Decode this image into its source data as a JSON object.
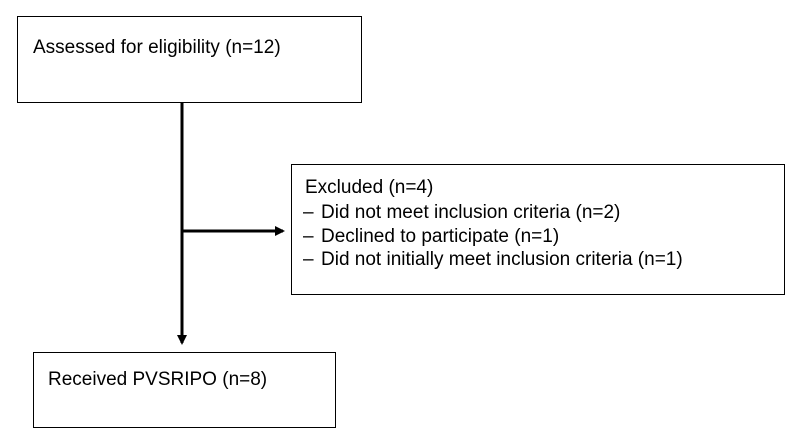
{
  "boxes": {
    "assessed": {
      "text": "Assessed for eligibility (n=12)"
    },
    "excluded": {
      "title": "Excluded (n=4)",
      "items": [
        {
          "bullet": "–",
          "text": "Did not meet inclusion criteria (n=2)"
        },
        {
          "bullet": "–",
          "text": "Declined to participate (n=1)"
        },
        {
          "bullet": "–",
          "text": "Did not initially meet inclusion criteria (n=1)"
        }
      ]
    },
    "received": {
      "text": "Received PVSRIPO (n=8)"
    }
  },
  "colors": {
    "line": "#000000",
    "border": "#000000",
    "background": "#ffffff"
  }
}
